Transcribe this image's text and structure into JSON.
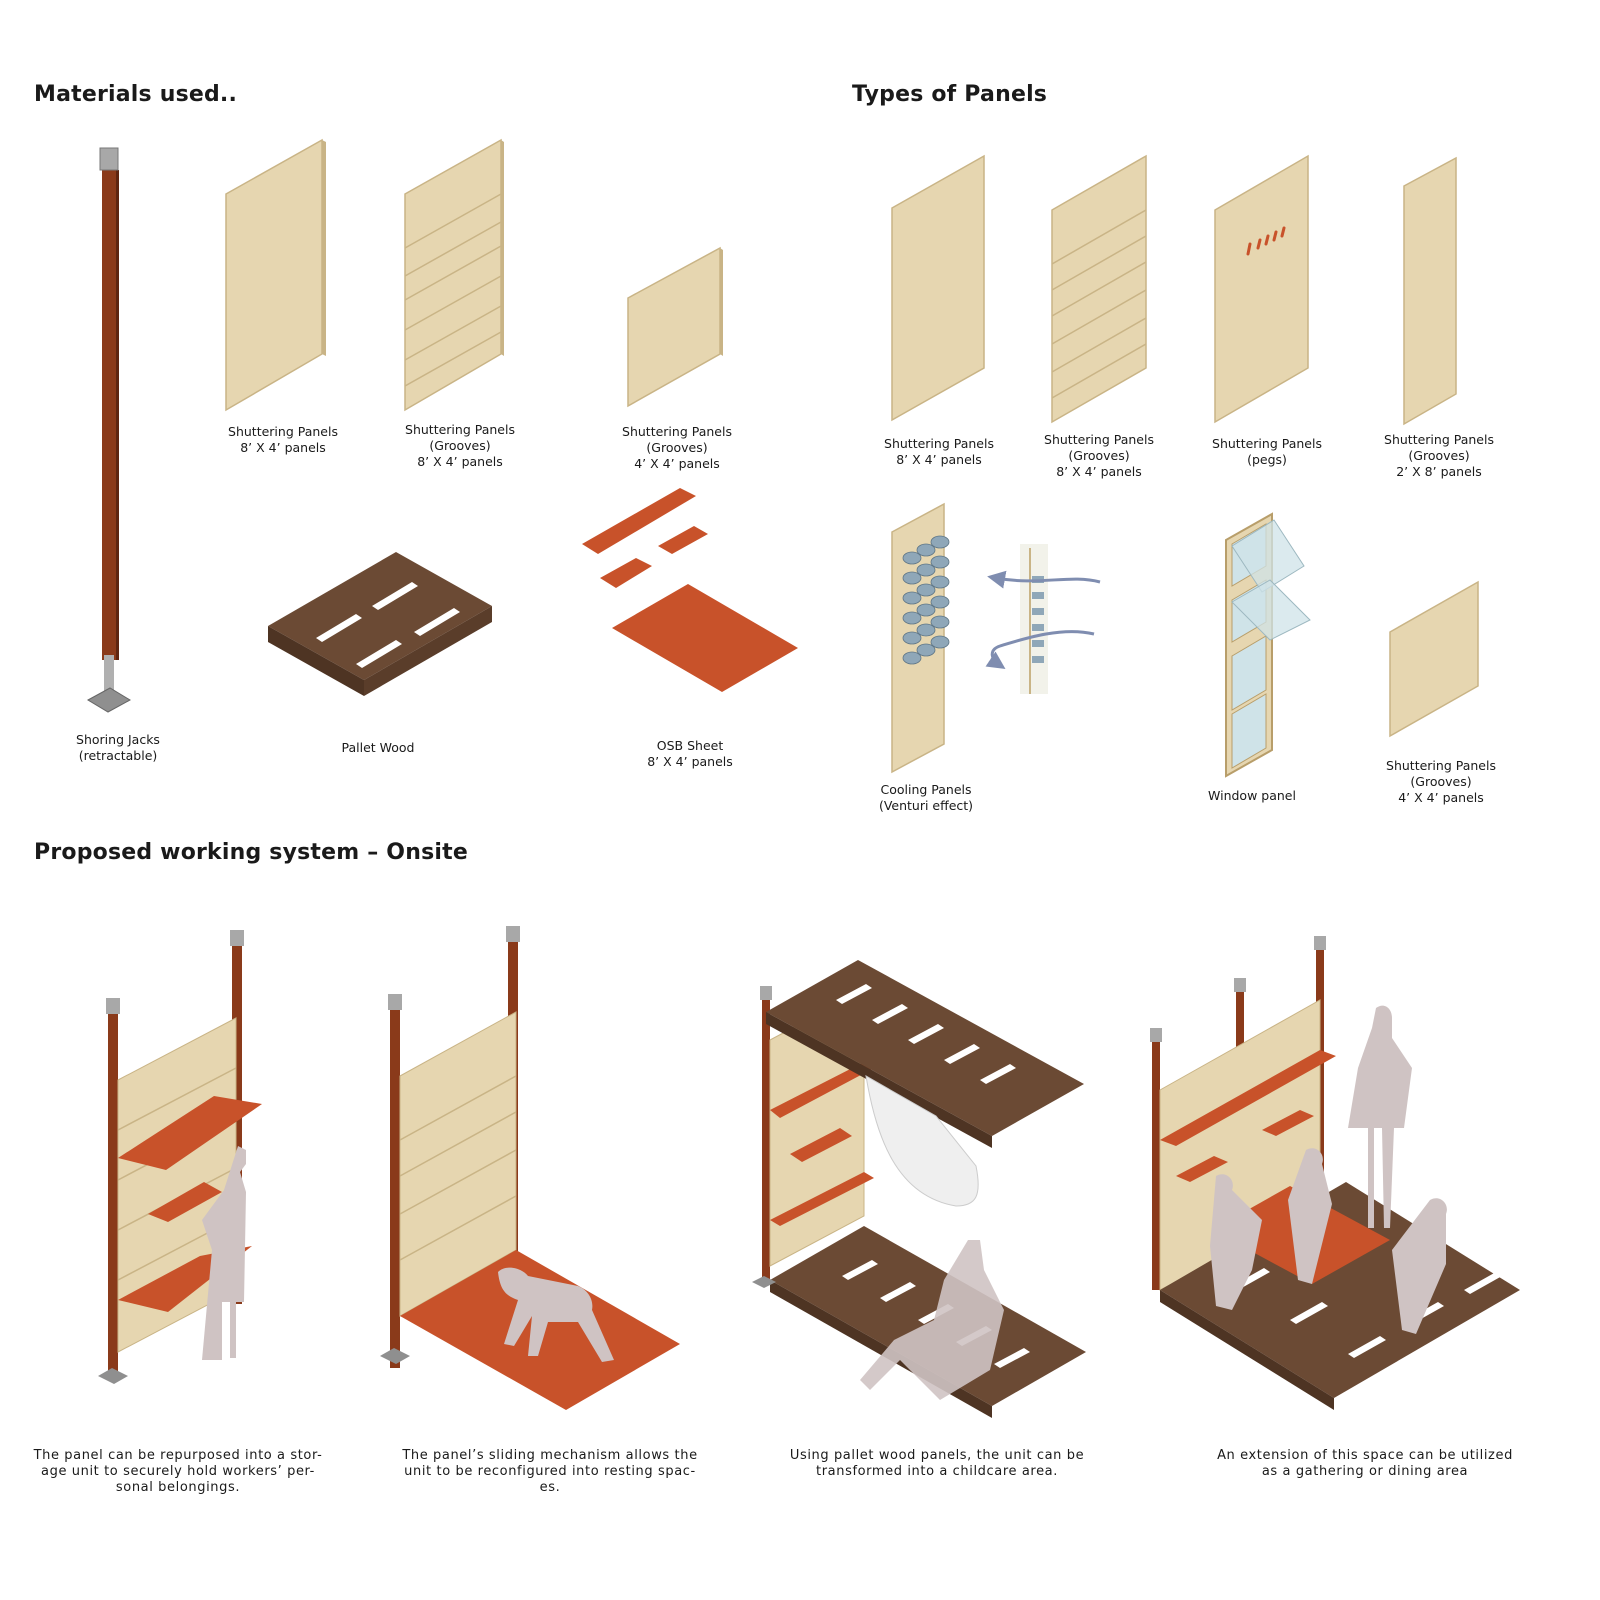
{
  "headings": {
    "materials": "Materials used..",
    "panel_types": "Types of Panels",
    "working_system": "Proposed working system – Onsite"
  },
  "materials": {
    "shoring_jacks": [
      "Shoring Jacks",
      "(retractable)"
    ],
    "shuttering_8x4": [
      "Shuttering Panels",
      "8’ X 4’ panels"
    ],
    "shuttering_grooves_8x4": [
      "Shuttering Panels",
      "(Grooves)",
      "8’ X 4’ panels"
    ],
    "shuttering_grooves_4x4": [
      "Shuttering Panels",
      "(Grooves)",
      "4’ X 4’ panels"
    ],
    "pallet_wood": [
      "Pallet Wood"
    ],
    "osb_sheet": [
      "OSB Sheet",
      "8’ X 4’ panels"
    ]
  },
  "panel_types": {
    "shuttering_8x4": [
      "Shuttering Panels",
      "8’ X 4’ panels"
    ],
    "shuttering_grooves_8x4": [
      "Shuttering Panels",
      "(Grooves)",
      "8’ X 4’ panels"
    ],
    "shuttering_pegs": [
      "Shuttering Panels",
      "(pegs)"
    ],
    "shuttering_grooves_2x8": [
      "Shuttering Panels",
      "(Grooves)",
      "2’ X 8’ panels"
    ],
    "cooling": [
      "Cooling Panels",
      "(Venturi effect)"
    ],
    "window": [
      "Window panel"
    ],
    "shuttering_grooves_4x4": [
      "Shuttering Panels",
      "(Grooves)",
      "4’ X 4’ panels"
    ]
  },
  "captions": {
    "storage": [
      "The panel can be repurposed into a stor-",
      "age unit to securely hold workers’ per-",
      "sonal belongings."
    ],
    "resting": [
      "The panel’s sliding mechanism allows the",
      "unit to be reconfigured into resting spac-",
      "es."
    ],
    "childcare": [
      "Using pallet wood panels, the unit can be",
      "transformed into a childcare area."
    ],
    "gathering": [
      "An extension of this space can be utilized",
      "as a gathering or dining area"
    ]
  },
  "colors": {
    "plywood": "#e6d6b0",
    "plywood_edge": "#c9b486",
    "timber": "#8a3a1a",
    "pallet": "#6b4a34",
    "osb": "#c8522a",
    "steel": "#9a9a9a",
    "human": "#cfc3c3",
    "glass": "#cfe3e8",
    "cooling_tube": "#8fa7b8",
    "airflow": "#7f8db0"
  }
}
